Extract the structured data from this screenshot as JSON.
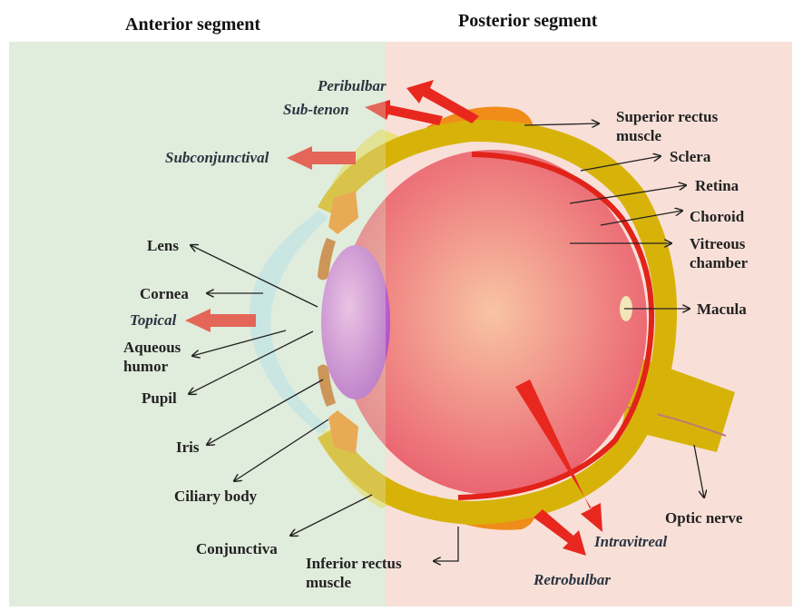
{
  "segments": {
    "anterior": {
      "label": "Anterior segment",
      "bg": "#e3eee0"
    },
    "posterior": {
      "label": "Posterior segment",
      "bg": "#f8e0d8"
    }
  },
  "colors": {
    "sclera": "#d7b30a",
    "conjunctiva": "#e8e07a",
    "retina_line": "#e2231a",
    "vitreous_center": "#f8c4a4",
    "vitreous_edge": "#ea6270",
    "lens_center": "#f2b2ec",
    "lens_edge": "#b04fc4",
    "cornea": "#bfe3ec",
    "muscle": "#f08c1a",
    "route_arrow": "#e8281e"
  },
  "structures": {
    "superior_rectus_muscle": {
      "line1": "Superior rectus",
      "line2": "muscle"
    },
    "sclera": "Sclera",
    "retina": "Retina",
    "choroid": "Choroid",
    "vitreous_chamber": {
      "line1": "Vitreous",
      "line2": "chamber"
    },
    "macula": "Macula",
    "optic_nerve": "Optic nerve",
    "inferior_rectus_muscle": {
      "line1": "Inferior rectus",
      "line2": "muscle"
    },
    "lens": "Lens",
    "cornea": "Cornea",
    "aqueous_humor": {
      "line1": "Aqueous",
      "line2": "humor"
    },
    "pupil": "Pupil",
    "iris": "Iris",
    "ciliary_body": "Ciliary body",
    "conjunctiva": "Conjunctiva"
  },
  "routes": {
    "peribulbar": "Peribulbar",
    "sub_tenon": "Sub-tenon",
    "subconjunctival": "Subconjunctival",
    "topical": "Topical",
    "intravitreal": "Intravitreal",
    "retrobulbar": "Retrobulbar"
  }
}
